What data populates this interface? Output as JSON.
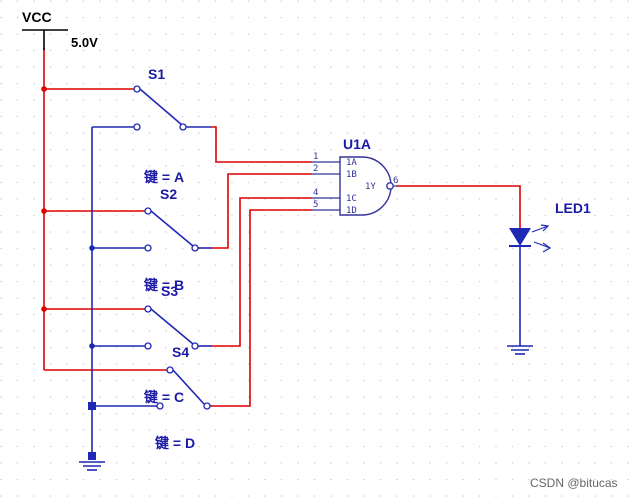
{
  "colors": {
    "wire_red": "#e00000",
    "wire_blue": "#1e28b4",
    "label": "#1a1aa6",
    "pin": "#333399",
    "grid": "#d8d8d8"
  },
  "power": {
    "name": "VCC",
    "voltage": "5.0V"
  },
  "switches": [
    {
      "name": "S1",
      "key": "键 = A"
    },
    {
      "name": "S2",
      "key": "键 = B"
    },
    {
      "name": "S3",
      "key": "键 = C"
    },
    {
      "name": "S4",
      "key": "键 = D"
    }
  ],
  "gate": {
    "name": "U1A",
    "inputs": [
      {
        "pin": "1",
        "label": "1A"
      },
      {
        "pin": "2",
        "label": "1B"
      },
      {
        "pin": "4",
        "label": "1C"
      },
      {
        "pin": "5",
        "label": "1D"
      }
    ],
    "output": {
      "pin": "6",
      "label": "1Y"
    }
  },
  "led": {
    "name": "LED1"
  },
  "watermark": "CSDN @bitucas"
}
